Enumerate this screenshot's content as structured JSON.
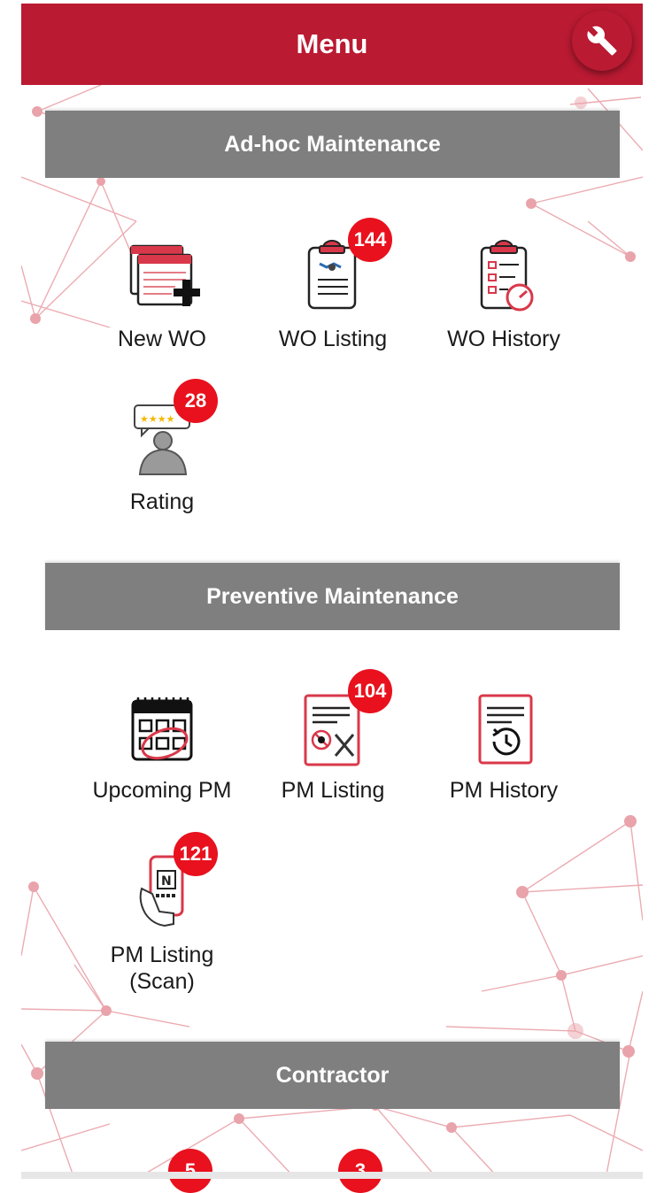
{
  "header": {
    "title": "Menu",
    "action_icon": "wrench-icon"
  },
  "colors": {
    "brand": "#ba1a32",
    "section": "#7f7f7f",
    "badge": "#e8111d"
  },
  "sections": [
    {
      "title": "Ad-hoc Maintenance",
      "tiles": [
        {
          "label": "New WO",
          "icon": "new-wo-icon"
        },
        {
          "label": "WO Listing",
          "icon": "wo-listing-icon",
          "badge": "144"
        },
        {
          "label": "WO History",
          "icon": "wo-history-icon"
        },
        {
          "label": "Rating",
          "icon": "rating-icon",
          "badge": "28"
        }
      ]
    },
    {
      "title": "Preventive Maintenance",
      "tiles": [
        {
          "label": "Upcoming PM",
          "icon": "calendar-icon"
        },
        {
          "label": "PM Listing",
          "icon": "pm-listing-icon",
          "badge": "104"
        },
        {
          "label": "PM History",
          "icon": "pm-history-icon"
        },
        {
          "label": "PM Listing\n(Scan)",
          "label_line1": "PM Listing",
          "label_line2": "(Scan)",
          "icon": "phone-scan-icon",
          "badge": "121"
        }
      ]
    },
    {
      "title": "Contractor",
      "tiles": [
        {
          "badge": "5"
        },
        {
          "badge": "3"
        }
      ]
    }
  ]
}
